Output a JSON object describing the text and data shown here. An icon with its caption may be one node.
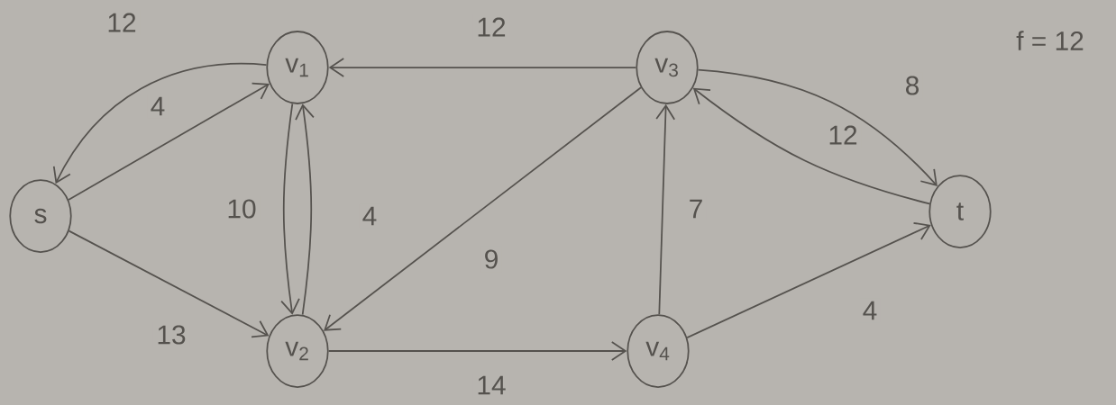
{
  "diagram": {
    "nodes": [
      {
        "text": [
          "s"
        ]
      },
      {
        "text": [
          "v$_{1}$"
        ]
      },
      {
        "text": [
          "v$_{2}$"
        ]
      },
      {
        "text": [
          "v$_{3}$"
        ]
      },
      {
        "text": [
          "v$_{4}$"
        ]
      },
      {
        "text": [
          "t"
        ]
      }
    ],
    "edges": [
      {
        "from": 1,
        "to": 0,
        "arrow": "to",
        "label": "12"
      },
      {
        "from": 0,
        "to": 1,
        "arrow": "to",
        "label": "4"
      },
      {
        "from": 0,
        "to": 2,
        "arrow": "to",
        "label": "13"
      },
      {
        "from": 1,
        "to": 2,
        "arrow": "to",
        "label": "10"
      },
      {
        "from": 2,
        "to": 1,
        "arrow": "to",
        "label": "4"
      },
      {
        "from": 3,
        "to": 1,
        "arrow": "to",
        "label": "12"
      },
      {
        "from": 3,
        "to": 2,
        "arrow": "to",
        "label": "9"
      },
      {
        "from": 2,
        "to": 4,
        "arrow": "to",
        "label": "14"
      },
      {
        "from": 4,
        "to": 3,
        "arrow": "to",
        "label": "7"
      },
      {
        "from": 3,
        "to": 5,
        "arrow": "to",
        "label": "8"
      },
      {
        "from": 5,
        "to": 3,
        "arrow": "to",
        "label": "12"
      },
      {
        "from": 4,
        "to": 5,
        "arrow": "to",
        "label": "4"
      }
    ],
    "labels": [
      "f = 12"
    ]
  }
}
